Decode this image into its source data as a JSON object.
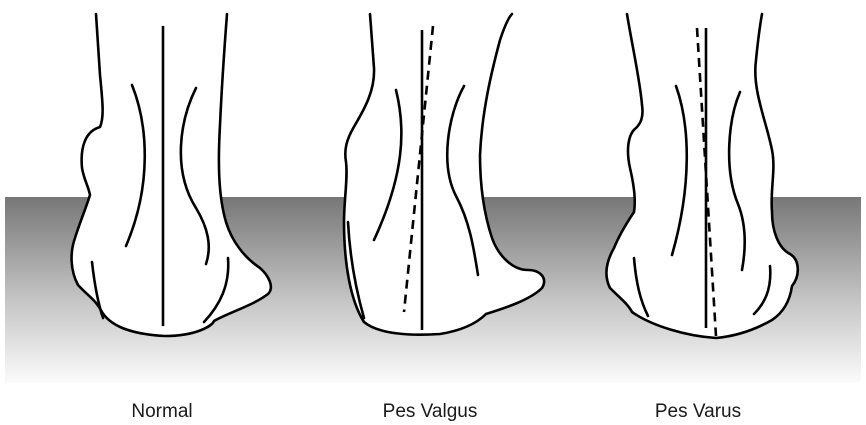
{
  "panels": [
    {
      "id": "normal",
      "label": "Normal"
    },
    {
      "id": "pes-valgus",
      "label": "Pes Valgus"
    },
    {
      "id": "pes-varus",
      "label": "Pes Varus"
    }
  ],
  "colors": {
    "floor_top": "#777777",
    "floor_bottom": "#ffffff",
    "line": "#000000"
  }
}
